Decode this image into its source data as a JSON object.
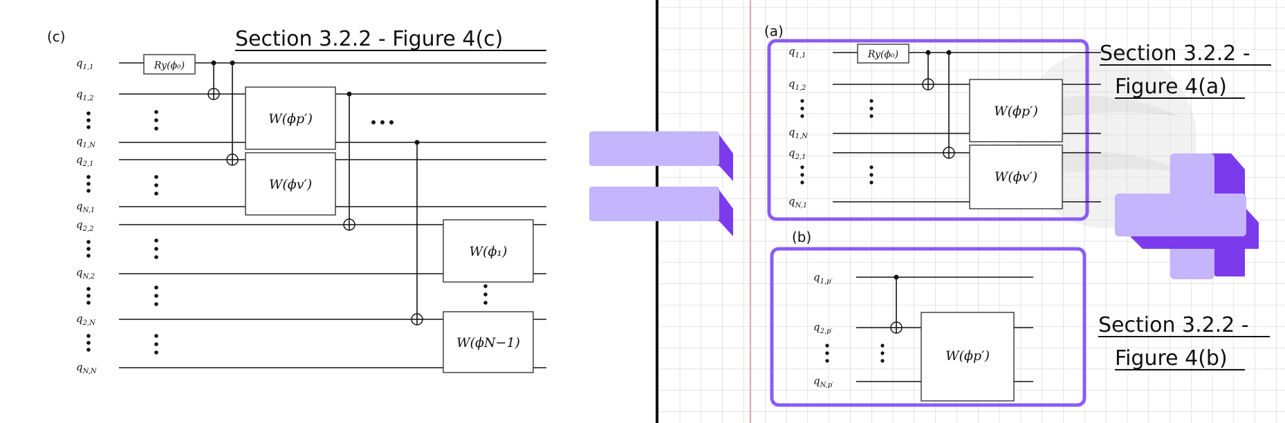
{
  "left": {
    "panel_label": "(c)",
    "section_title": "Section 3.2.2 - Figure 4(c)",
    "qubits": [
      {
        "base": "q",
        "sub": "1,1"
      },
      {
        "base": "q",
        "sub": "1,2"
      },
      {
        "base": "q",
        "sub": "1,N"
      },
      {
        "base": "q",
        "sub": "2,1"
      },
      {
        "base": "q",
        "sub": "N,1"
      },
      {
        "base": "q",
        "sub": "2,2"
      },
      {
        "base": "q",
        "sub": "N,2"
      },
      {
        "base": "q",
        "sub": "2,N"
      },
      {
        "base": "q",
        "sub": "N,N"
      }
    ],
    "gates": {
      "ry": "Ry(ϕ₀)",
      "w_p": "W(ϕp′)",
      "w_v": "W(ϕv′)",
      "w_1": "W(ϕ₁)",
      "w_n1": "W(ϕN−1)"
    },
    "ellipsis": "⋯"
  },
  "right": {
    "panel_a_label": "(a)",
    "panel_b_label": "(b)",
    "title_a_line1": "Section 3.2.2 -",
    "title_a_line2": "Figure 4(a)",
    "title_b_line1": "Section 3.2.2 -",
    "title_b_line2": "Figure 4(b)",
    "qubits_a": [
      {
        "base": "q",
        "sub": "1,1"
      },
      {
        "base": "q",
        "sub": "1,2"
      },
      {
        "base": "q",
        "sub": "1,N"
      },
      {
        "base": "q",
        "sub": "2,1"
      },
      {
        "base": "q",
        "sub": "N,1"
      }
    ],
    "qubits_b": [
      {
        "base": "q",
        "sub": "1,p′"
      },
      {
        "base": "q",
        "sub": "2,p′"
      },
      {
        "base": "q",
        "sub": "N,p′"
      }
    ],
    "gates": {
      "ry": "Ry(ϕ₀)",
      "w_p": "W(ϕp′)",
      "w_v": "W(ϕv′)",
      "w_pb": "W(ϕp′)"
    }
  },
  "colors": {
    "accent": "#8b5cf6",
    "accent_light": "#c4b5fd",
    "accent_dark": "#7c3aed",
    "grid": "#c8c8d2",
    "margin_line": "#e8a0a0"
  }
}
